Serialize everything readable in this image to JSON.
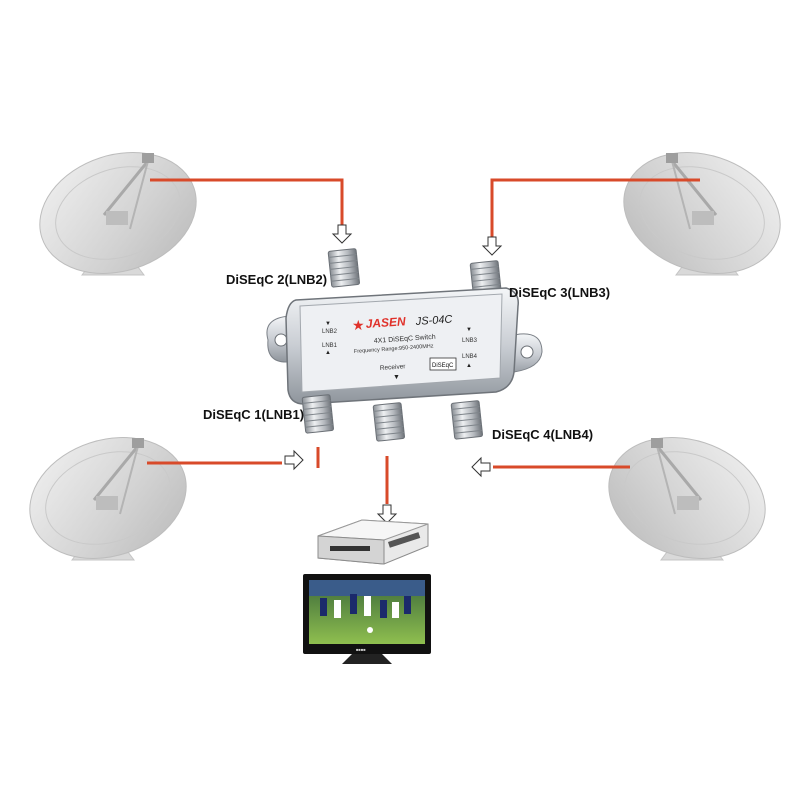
{
  "ports": {
    "lnb1": "DiSEqC 1(LNB1)",
    "lnb2": "DiSEqC 2(LNB2)",
    "lnb3": "DiSEqC 3(LNB3)",
    "lnb4": "DiSEqC 4(LNB4)"
  },
  "switch": {
    "brand": "JASEN",
    "model": "JS-04C",
    "title": "4X1 DiSEqC Switch",
    "frequency": "Frequency Range:950-2400MHz",
    "receiver": "Receiver",
    "lnb1": "LNB1",
    "lnb2": "LNB2",
    "lnb3": "LNB3",
    "lnb4": "LNB4",
    "badge": "DiSEqC"
  },
  "colors": {
    "cable": "#d84a2a",
    "dish": "#d6d6d6",
    "metal": "#c9cdd3"
  }
}
